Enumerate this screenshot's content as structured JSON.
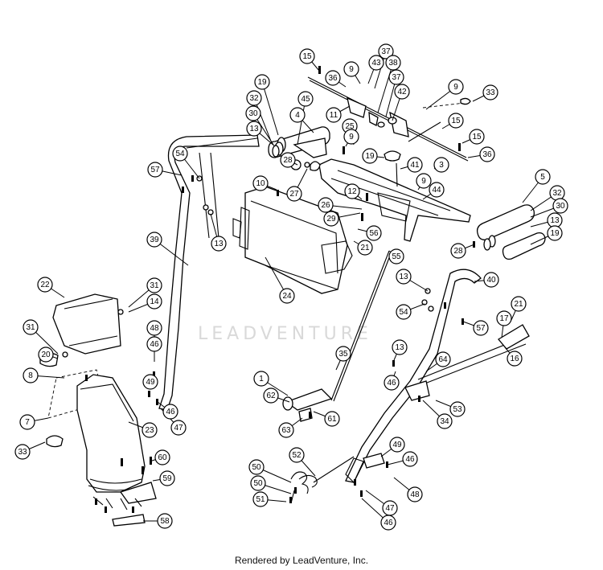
{
  "watermark": "LEADVENTURE",
  "footer": "Rendered by LeadVenture, Inc.",
  "callouts": [
    "15",
    "36",
    "9",
    "43",
    "37",
    "38",
    "37",
    "42",
    "9",
    "33",
    "19",
    "45",
    "32",
    "30",
    "13",
    "4",
    "11",
    "25",
    "15",
    "15",
    "36",
    "9",
    "19",
    "54",
    "57",
    "28",
    "10",
    "41",
    "3",
    "9",
    "44",
    "27",
    "12",
    "26",
    "29",
    "5",
    "32",
    "30",
    "13",
    "19",
    "28",
    "56",
    "21",
    "55",
    "39",
    "13",
    "24",
    "40",
    "22",
    "31",
    "14",
    "13",
    "54",
    "57",
    "21",
    "17",
    "31",
    "48",
    "46",
    "20",
    "16",
    "35",
    "13",
    "46",
    "64",
    "8",
    "49",
    "46",
    "1",
    "62",
    "53",
    "61",
    "34",
    "7",
    "47",
    "23",
    "63",
    "49",
    "46",
    "52",
    "33",
    "60",
    "50",
    "59",
    "50",
    "48",
    "51",
    "47",
    "46",
    "58"
  ]
}
